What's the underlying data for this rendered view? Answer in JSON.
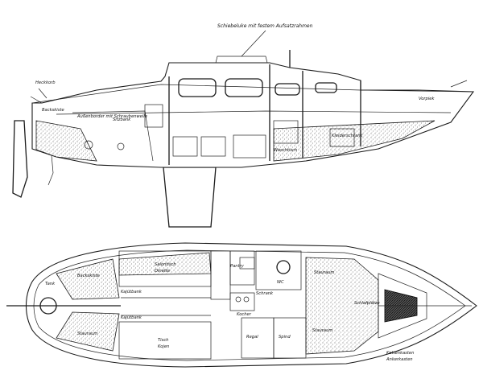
{
  "side_view": {
    "top_label": "Schiebeluke mit festem Aufsatzrahmen",
    "notes": [
      "Heckkorb",
      "Backskiste",
      "Außenborder mit Schraubenwelle",
      "Sitzbank",
      "Vorpiek",
      "Waschtisch",
      "Kleiderschrank"
    ]
  },
  "plan_view": {
    "notes": [
      "Pantry",
      "Salontisch",
      "Dinette",
      "Kocher",
      "WC",
      "Schrank",
      "Stauraum",
      "Kajütbank",
      "Schlafplätze",
      "Tank",
      "Backskiste",
      "Stauraum",
      "Stauraum",
      "Kajütbank",
      "Tisch",
      "Kojen",
      "Regal",
      "Spind",
      "Kettenkasten",
      "Ankerkasten"
    ]
  },
  "colors": {
    "ink": "#1a1a1a",
    "paper": "#ffffff"
  }
}
